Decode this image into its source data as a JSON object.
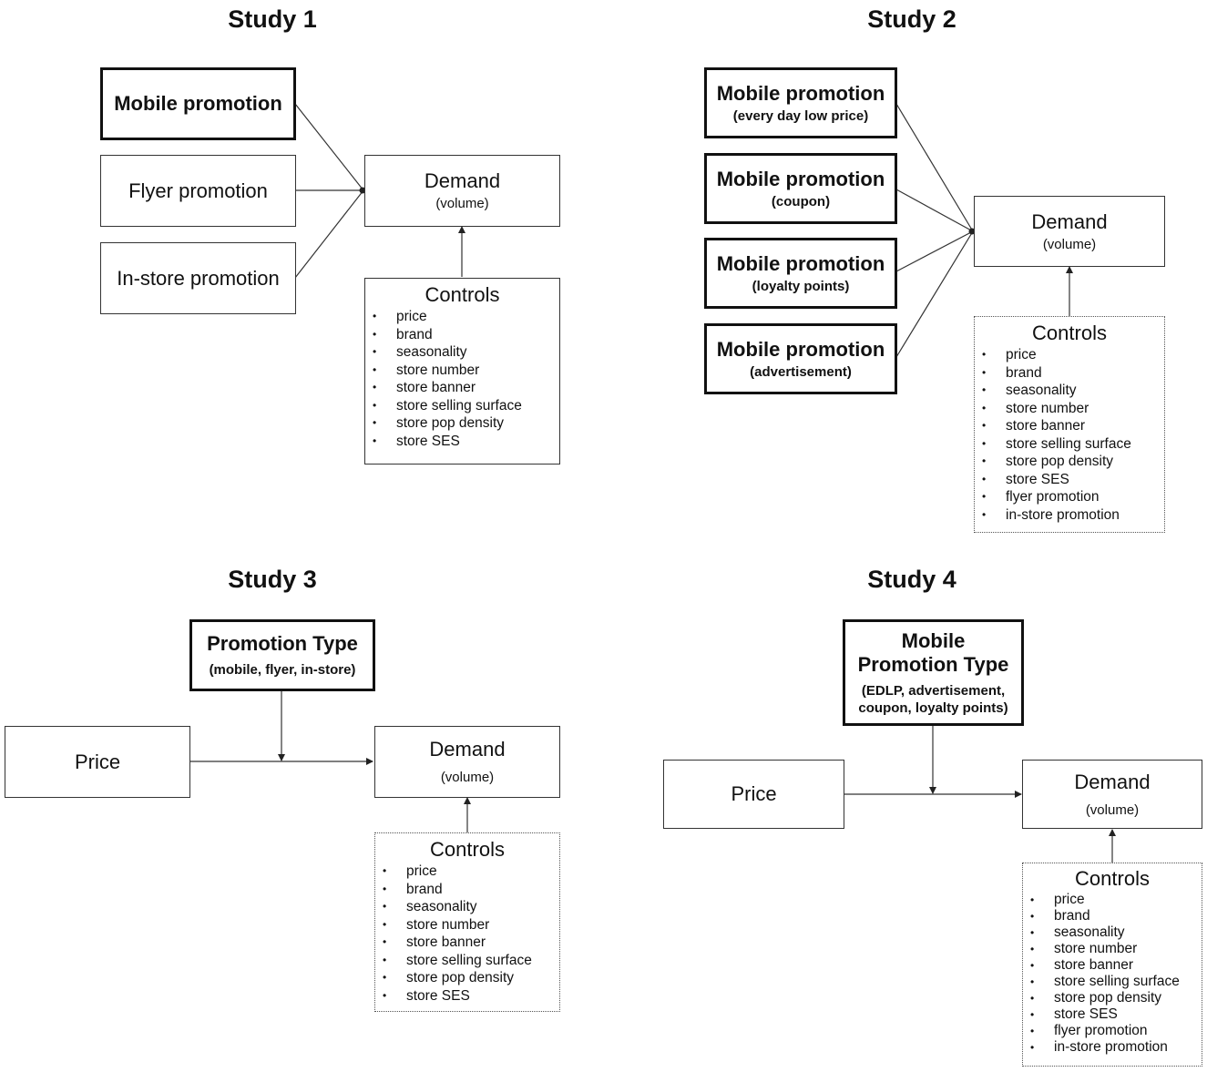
{
  "study1": {
    "title": "Study 1",
    "mobile": "Mobile promotion",
    "flyer": "Flyer promotion",
    "instore": "In-store promotion",
    "demand": {
      "label": "Demand",
      "sub": "(volume)"
    },
    "controls": {
      "title": "Controls",
      "items": [
        "price",
        "brand",
        "seasonality",
        "store number",
        "store banner",
        "store selling surface",
        "store pop density",
        "store SES"
      ]
    }
  },
  "study2": {
    "title": "Study 2",
    "boxes": [
      {
        "label": "Mobile promotion",
        "sub": "(every day low price)"
      },
      {
        "label": "Mobile promotion",
        "sub": "(coupon)"
      },
      {
        "label": "Mobile promotion",
        "sub": "(loyalty points)"
      },
      {
        "label": "Mobile promotion",
        "sub": "(advertisement)"
      }
    ],
    "demand": {
      "label": "Demand",
      "sub": "(volume)"
    },
    "controls": {
      "title": "Controls",
      "items": [
        "price",
        "brand",
        "seasonality",
        "store number",
        "store banner",
        "store selling surface",
        "store pop density",
        "store SES",
        "flyer promotion",
        "in-store promotion"
      ]
    }
  },
  "study3": {
    "title": "Study 3",
    "moderator": {
      "label": "Promotion Type",
      "sub": "(mobile, flyer, in-store)"
    },
    "price": "Price",
    "demand": {
      "label": "Demand",
      "sub": "(volume)"
    },
    "controls": {
      "title": "Controls",
      "items": [
        "price",
        "brand",
        "seasonality",
        "store number",
        "store banner",
        "store selling surface",
        "store pop density",
        "store SES"
      ]
    }
  },
  "study4": {
    "title": "Study 4",
    "moderator": {
      "label": "Mobile Promotion Type",
      "sub": "(EDLP, advertisement, coupon, loyalty points)"
    },
    "price": "Price",
    "demand": {
      "label": "Demand",
      "sub": "(volume)"
    },
    "controls": {
      "title": "Controls",
      "items": [
        "price",
        "brand",
        "seasonality",
        "store number",
        "store banner",
        "store selling surface",
        "store pop density",
        "store SES",
        "flyer promotion",
        "in-store promotion"
      ]
    }
  }
}
